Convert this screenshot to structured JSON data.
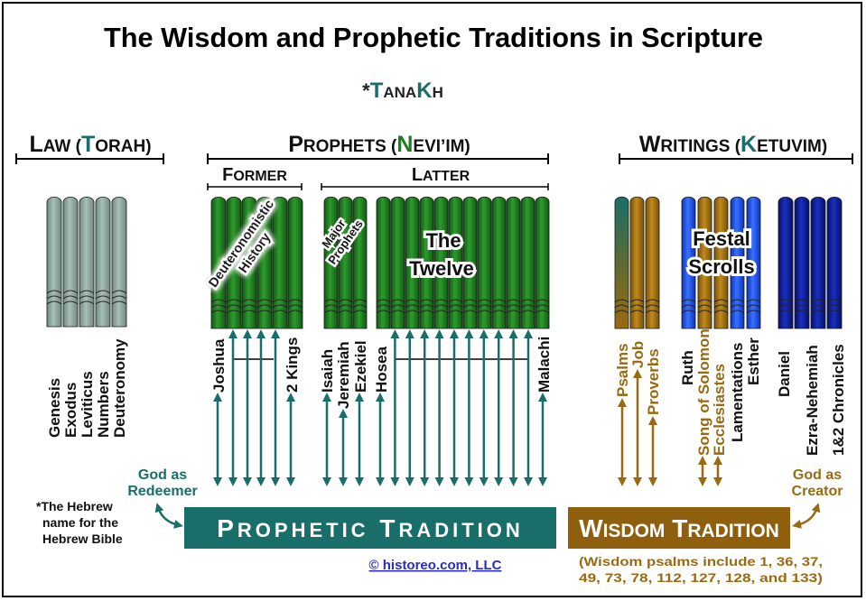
{
  "title": "The Wisdom and Prophetic Traditions in Scripture",
  "tanakh": {
    "star": "*",
    "parts": [
      "T",
      "A",
      "NA",
      "K",
      "H"
    ]
  },
  "sections": {
    "law": {
      "pre": "L",
      "mid": "AW (",
      "letter": "T",
      "post": "ORAH)"
    },
    "prophets": {
      "pre": "P",
      "mid": "ROPHETS (",
      "letter": "N",
      "post": "EVI’IM)"
    },
    "writings": {
      "pre": "W",
      "mid": "RITINGS (",
      "letter": "K",
      "post": "ETUVIM)"
    }
  },
  "subsections": {
    "former": {
      "pre": "F",
      "post": "ORMER"
    },
    "latter": {
      "pre": "L",
      "post": "ATTER"
    }
  },
  "group_labels": {
    "deuteronomistic_1": "Deuteronomistic",
    "deuteronomistic_2": "History",
    "major_1": "Major",
    "major_2": "Prophets",
    "twelve_1": "The",
    "twelve_2": "Twelve",
    "festal_1": "Festal",
    "festal_2": "Scrolls"
  },
  "books": {
    "law": [
      "Genesis",
      "Exodus",
      "Leviticus",
      "Numbers",
      "Deuteronomy"
    ],
    "former": [
      "Joshua",
      "2 Kings"
    ],
    "major": [
      "Isaiah",
      "Jeremiah",
      "Ezekiel"
    ],
    "twelve": [
      "Hosea",
      "Malachi"
    ],
    "wisdom": [
      "Psalms",
      "Job",
      "Proverbs"
    ],
    "festal": [
      "Ruth",
      "Song of Solomon",
      "Ecclesiastes",
      "Lamentations",
      "Esther"
    ],
    "other": [
      "Daniel",
      "Ezra-Nehemiah",
      "1&2 Chronicles"
    ]
  },
  "god_redeemer": [
    "God as",
    "Redeemer"
  ],
  "god_creator": [
    "God as",
    "Creator"
  ],
  "footnote": [
    "*The Hebrew",
    "name for the",
    "Hebrew Bible"
  ],
  "prophetic_tradition": {
    "p1": "P",
    "r1": "ROPHETIC",
    "p2": "T",
    "r2": "RADITION"
  },
  "wisdom_tradition": {
    "p1": "W",
    "r1": "ISDOM",
    "p2": "T",
    "r2": "RADITION"
  },
  "copyright": "© historeo.com, LLC",
  "wisdom_psalms": [
    "(Wisdom psalms include 1, 36, 37,",
    "49, 73, 78, 112, 127, 128, and 133)"
  ],
  "colors": {
    "law_scroll": "#8fa79f",
    "prophets_scroll": "#1e7a1e",
    "teal": "#1a6e69",
    "gold": "#9a6a12",
    "wisdom_box": "#8f5f0e",
    "festal_scroll": "#1a4fe0",
    "writings_scroll": "#0a1a9a",
    "copyright": "#2a2acc"
  }
}
